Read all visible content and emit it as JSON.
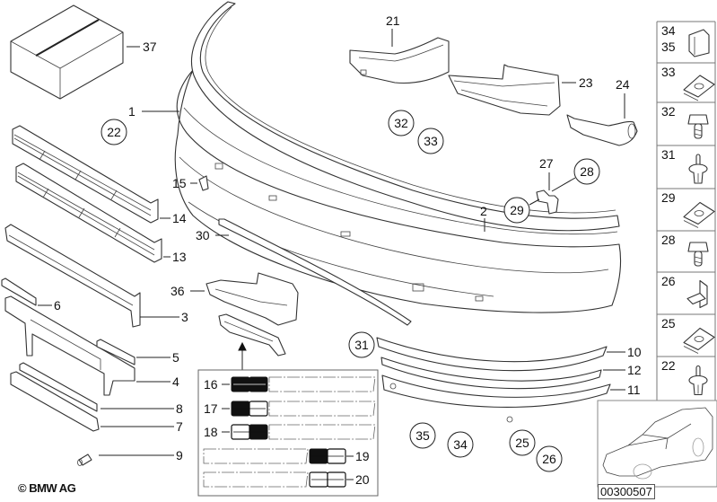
{
  "diagram": {
    "title": "Front bumper trim cover - parts diagram",
    "copyright": "© BMW AG",
    "diagram_id": "00300507",
    "colors": {
      "line": "#333333",
      "background": "#ffffff",
      "text": "#111111"
    }
  },
  "callouts": {
    "p1": "1",
    "p2": "2",
    "p3": "3",
    "p4": "4",
    "p5": "5",
    "p6": "6",
    "p7": "7",
    "p8": "8",
    "p9": "9",
    "p10": "10",
    "p11": "11",
    "p12": "12",
    "p13": "13",
    "p14": "14",
    "p15": "15",
    "p21": "21",
    "p23": "23",
    "p24": "24",
    "p27": "27",
    "p30": "30",
    "p36": "36",
    "p37": "37"
  },
  "circled": {
    "c22": "22",
    "c25": "25",
    "c26": "26",
    "c28": "28",
    "c29": "29",
    "c31": "31",
    "c32": "32",
    "c33": "33",
    "c34": "34",
    "c35": "35"
  },
  "grille_variants": {
    "items": [
      {
        "label": "16",
        "pattern": "black-black"
      },
      {
        "label": "17",
        "pattern": "black-white"
      },
      {
        "label": "18",
        "pattern": "white-black"
      },
      {
        "label": "19",
        "pattern": "black-white"
      },
      {
        "label": "20",
        "pattern": "white-white"
      }
    ]
  },
  "fastener_column": {
    "cells": [
      {
        "labels": [
          "34",
          "35"
        ],
        "icon": "spring-clip"
      },
      {
        "labels": [
          "33"
        ],
        "icon": "speed-nut"
      },
      {
        "labels": [
          "32"
        ],
        "icon": "hex-screw"
      },
      {
        "labels": [
          "31"
        ],
        "icon": "expanding-rivet"
      },
      {
        "labels": [
          "29"
        ],
        "icon": "speed-nut"
      },
      {
        "labels": [
          "28"
        ],
        "icon": "hex-screw"
      },
      {
        "labels": [
          "26"
        ],
        "icon": "bracket-clip"
      },
      {
        "labels": [
          "25"
        ],
        "icon": "speed-nut"
      },
      {
        "labels": [
          "22"
        ],
        "icon": "expanding-rivet"
      }
    ]
  }
}
